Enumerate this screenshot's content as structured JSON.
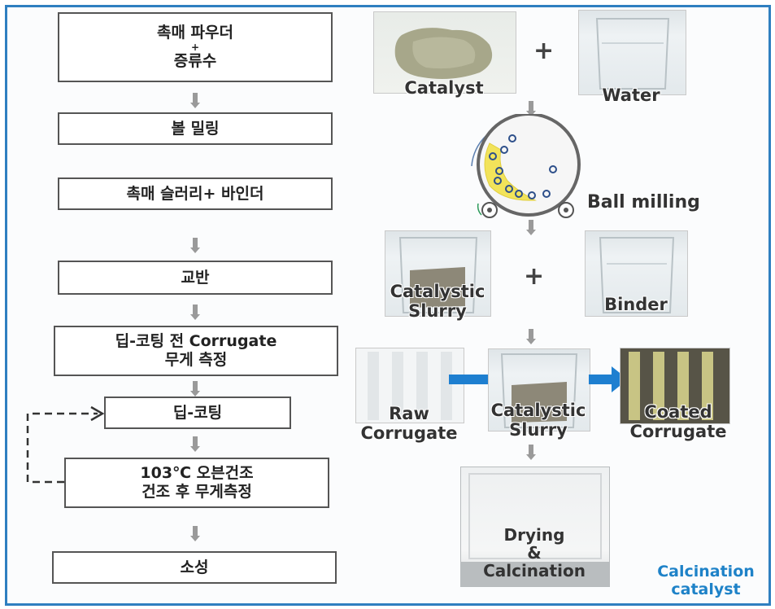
{
  "steps": {
    "s1_line1": "촉매 파우더",
    "s1_plus": "+",
    "s1_line2": "증류수",
    "s2": "볼 밀링",
    "s3": "촉매 슬러리+ 바인더",
    "s4": "교반",
    "s5_line1": "딥-코팅 전 Corrugate",
    "s5_line2": "무게 측정",
    "s6": "딥-코팅",
    "s7_line1": "103℃ 오븐건조",
    "s7_line2": "건조 후 무게측정",
    "s8": "소성"
  },
  "images": {
    "catalyst": "Catalyst",
    "water": "Water",
    "plus": "+",
    "ball_milling": "Ball milling",
    "catalytic_slurry_1_line1": "Catalystic",
    "catalytic_slurry_1_line2": "Slurry",
    "binder": "Binder",
    "raw_corrugate_line1": "Raw",
    "raw_corrugate_line2": "Corrugate",
    "catalytic_slurry_2_line1": "Catalystic",
    "catalytic_slurry_2_line2": "Slurry",
    "coated_corrugate_line1": "Coated",
    "coated_corrugate_line2": "Corrugate",
    "drying_line1": "Drying",
    "drying_line2": "&",
    "drying_line3": "Calcination",
    "calc_line1": "Calcination",
    "calc_line2": "catalyst"
  },
  "colors": {
    "frame": "#2f7fc0",
    "flow_arrow": "#1e7fd0",
    "calcination_text": "#1e82c8"
  }
}
